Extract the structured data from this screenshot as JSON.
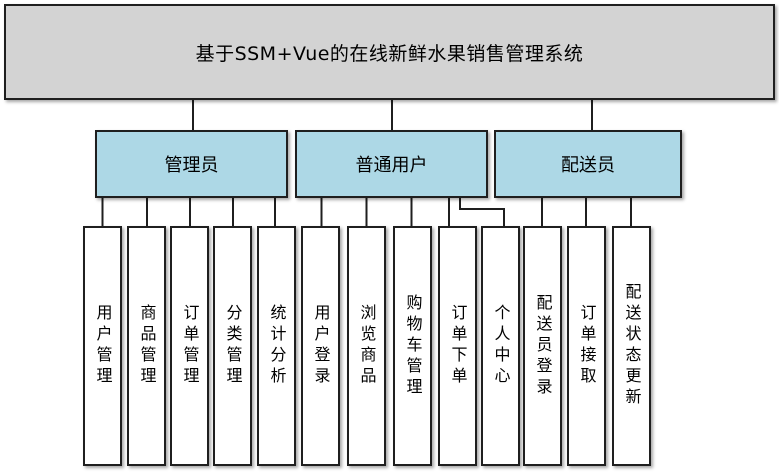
{
  "root": {
    "title": "基于SSM+Vue的在线新鲜水果销售管理系统"
  },
  "roles": [
    {
      "label": "管理员",
      "children": [
        "用户管理",
        "商品管理",
        "订单管理",
        "分类管理",
        "统计分析"
      ]
    },
    {
      "label": "普通用户",
      "children": [
        "用户登录",
        "浏览商品",
        "购物车管理",
        "订单下单",
        "个人中心"
      ]
    },
    {
      "label": "配送员",
      "children": [
        "配送员登录",
        "订单接取",
        "配送状态更新"
      ]
    }
  ],
  "colors": {
    "root_fill": "#d3d3d3",
    "role_fill": "#add8e6",
    "leaf_fill": "#ffffff",
    "border": "#1f1f1f"
  }
}
